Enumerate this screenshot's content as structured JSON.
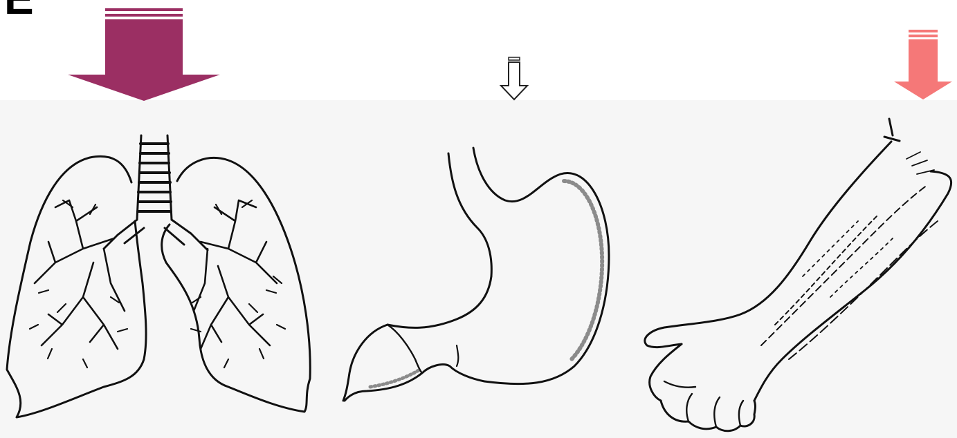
{
  "panel_label": "E",
  "colors": {
    "background": "#ffffff",
    "band": "#f6f6f6",
    "ink": "#111111",
    "arrow_lungs": "#9b2f63",
    "arrow_stomach": "#ffffff",
    "arrow_skin": "#f57878",
    "arrow_outline": "#222222"
  },
  "organs": [
    {
      "name": "lungs",
      "arrow_level": "large",
      "arrow_color_key": "arrow_lungs"
    },
    {
      "name": "stomach",
      "arrow_level": "small",
      "arrow_color_key": "arrow_stomach"
    },
    {
      "name": "arm-skin",
      "arrow_level": "medium",
      "arrow_color_key": "arrow_skin"
    }
  ]
}
